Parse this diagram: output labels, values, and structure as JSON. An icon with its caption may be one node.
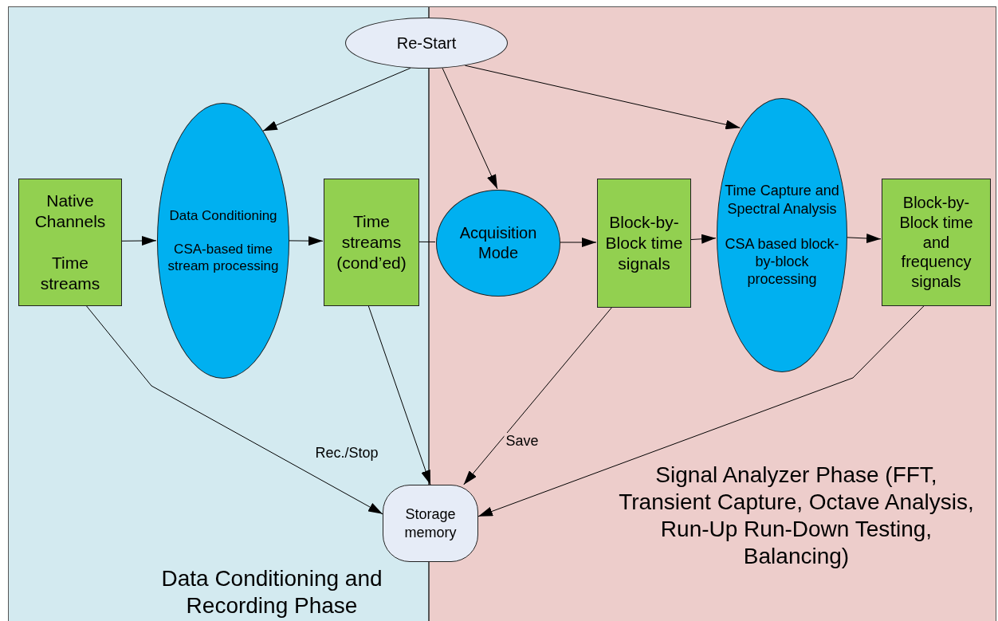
{
  "diagram": {
    "nodes": [
      {
        "text": [
          "Data Conditioning and Recording Phase"
        ]
      },
      {
        "text": [
          "Signal Analyzer Phase (FFT, Transient Capture, Octave Analysis, Run-Up Run-Down Testing, Balancing)"
        ]
      },
      {
        "text": [
          "Re-Start"
        ]
      },
      {
        "text": [
          "Native Channels",
          "Time streams"
        ],
        "in": 0
      },
      {
        "text": [
          "Data Conditioning",
          "CSA-based time stream processing"
        ],
        "in": 0
      },
      {
        "text": [
          "Time streams (cond’ed)"
        ],
        "in": 0
      },
      {
        "text": [
          "Acquisition Mode"
        ],
        "in": 1
      },
      {
        "text": [
          "Block-by-Block time signals"
        ],
        "in": 1
      },
      {
        "text": [
          "Time Capture and Spectral Analysis",
          "CSA based block-by-block processing"
        ],
        "in": 1
      },
      {
        "text": [
          "Block-by-Block time and frequency signals"
        ],
        "in": 1
      },
      {
        "text": [
          "Storage memory"
        ]
      }
    ],
    "edges": [
      {
        "from": 2,
        "to": 4,
        "arrow": "to"
      },
      {
        "from": 2,
        "to": 6,
        "arrow": "to"
      },
      {
        "from": 2,
        "to": 8,
        "arrow": "to"
      },
      {
        "from": 3,
        "to": 4,
        "arrow": "to"
      },
      {
        "from": 4,
        "to": 5,
        "arrow": "to"
      },
      {
        "from": 5,
        "to": 6,
        "arrow": "none"
      },
      {
        "from": 6,
        "to": 7,
        "arrow": "to"
      },
      {
        "from": 7,
        "to": 8,
        "arrow": "to"
      },
      {
        "from": 8,
        "to": 9,
        "arrow": "to"
      },
      {
        "from": 3,
        "to": 10,
        "arrow": "to",
        "label": "Rec./Stop"
      },
      {
        "from": 5,
        "to": 10,
        "arrow": "to"
      },
      {
        "from": 7,
        "to": 10,
        "arrow": "to",
        "label": "Save"
      },
      {
        "from": 9,
        "to": 10,
        "arrow": "to"
      }
    ]
  }
}
